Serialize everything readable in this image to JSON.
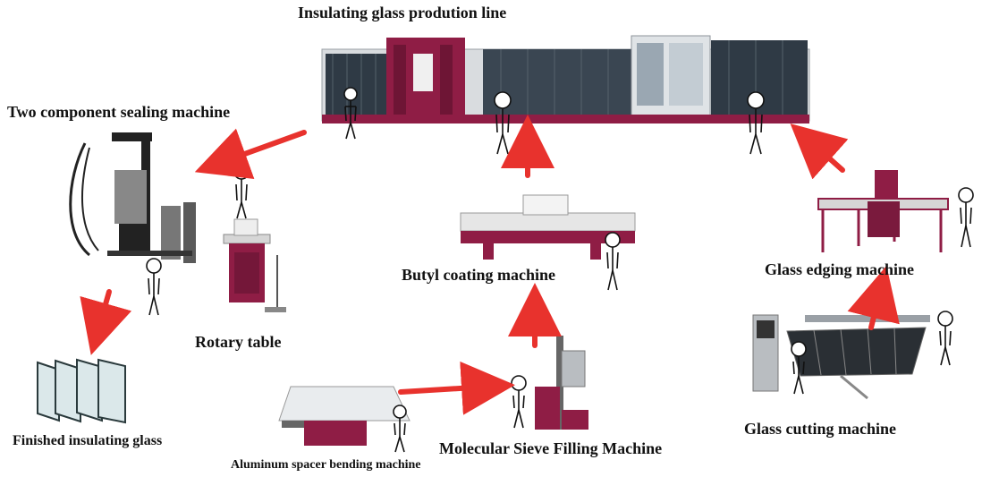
{
  "title": "Insulating glass prodution line",
  "labels": {
    "sealing": "Two component sealing machine",
    "rotary": "Rotary table",
    "finished": "Finished insulating glass",
    "butyl": "Butyl coating machine",
    "edging": "Glass edging machine",
    "cutting": "Glass cutting machine",
    "sieve": "Molecular Sieve Filling Machine",
    "spacer": "Aluminum spacer bending machine"
  },
  "colors": {
    "arrow": "#e8322d",
    "machine_body": "#8f1d45",
    "machine_frame": "#c9ccd1",
    "glass_panel": "#2f3a45"
  }
}
